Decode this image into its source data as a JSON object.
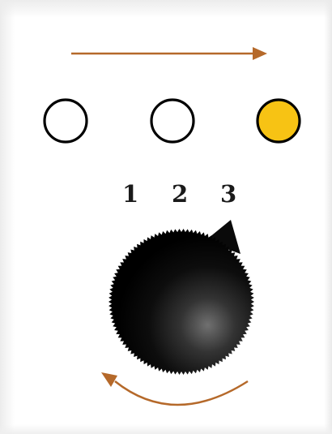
{
  "dial": {
    "positions": [
      {
        "label": "1",
        "lamp_on": false
      },
      {
        "label": "2",
        "lamp_on": false
      },
      {
        "label": "3",
        "lamp_on": true
      }
    ],
    "selected_label": "3"
  },
  "colors": {
    "arrow": "#b5692a",
    "lamp_on": "#f7c314",
    "lamp_off": "#ffffff",
    "lamp_outline": "#000000",
    "knob": "#0a0a0a"
  },
  "icons": {
    "top_arrow": "right-arrow-icon",
    "bottom_arrow": "curved-arrow-icon",
    "knob": "rotary-knob-icon"
  }
}
